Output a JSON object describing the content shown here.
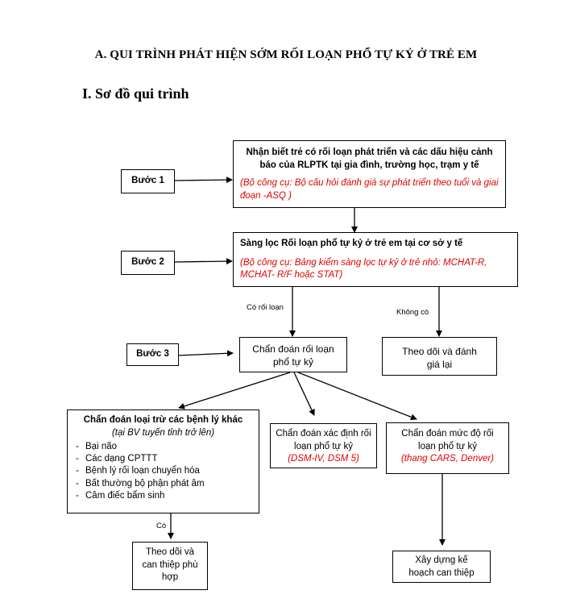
{
  "heading": "A. QUI TRÌNH PHÁT HIỆN SỚM RỐI LOẠN PHỔ TỰ KỶ Ở TRẺ EM",
  "section": "I. Sơ đồ qui trình",
  "steps": {
    "step1": "Bước 1",
    "step2": "Bước 2",
    "step3": "Bước 3"
  },
  "box1": {
    "text": "Nhận biết trẻ có rối loạn phát triển và các dấu hiệu cảnh báo của RLPTK tại gia đình, trường học, trạm y tế",
    "tool": "(Bộ công cụ: Bộ câu hỏi đánh giá sự phát triển theo tuổi và giai đoạn -ASQ )"
  },
  "box2": {
    "text": "Sàng lọc Rối loạn phổ tự kỷ ở trẻ em tại cơ sở y tế",
    "tool": "(Bộ công cụ: Bảng kiểm sàng lọc tự kỷ ở trẻ nhỏ: MCHAT-R, MCHAT- R/F hoặc STAT)"
  },
  "branch_labels": {
    "yes_disorder": "Có rối loạn",
    "no": "Không có",
    "yes": "Có"
  },
  "box3": {
    "text": "Chẩn đoán rối loạn phổ tự kỷ"
  },
  "box_follow": {
    "text": "Theo dõi và đánh giá lại"
  },
  "box_exclude": {
    "title": "Chẩn đoán loại trừ các bệnh lý khác",
    "subtitle": "(tại BV tuyến tỉnh trở lên)",
    "items": [
      "Bại não",
      "Các dạng CPTTT",
      "Bệnh lý rối loạn chuyển hóa",
      "Bất thường bộ phận phát âm",
      "Câm điếc bẩm sinh"
    ]
  },
  "box_confirm": {
    "text": "Chẩn đoán xác định rối loạn phổ tự kỷ",
    "tool": "(DSM-IV, DSM 5)"
  },
  "box_severity": {
    "text": "Chẩn đoán mức độ rối loạn phổ tự kỷ",
    "tool": "(thang CARS, Denver)"
  },
  "box_intervene": {
    "text": "Theo dõi và can thiệp phù hợp"
  },
  "box_plan": {
    "text": "Xây dựng kế hoạch can thiệp"
  }
}
